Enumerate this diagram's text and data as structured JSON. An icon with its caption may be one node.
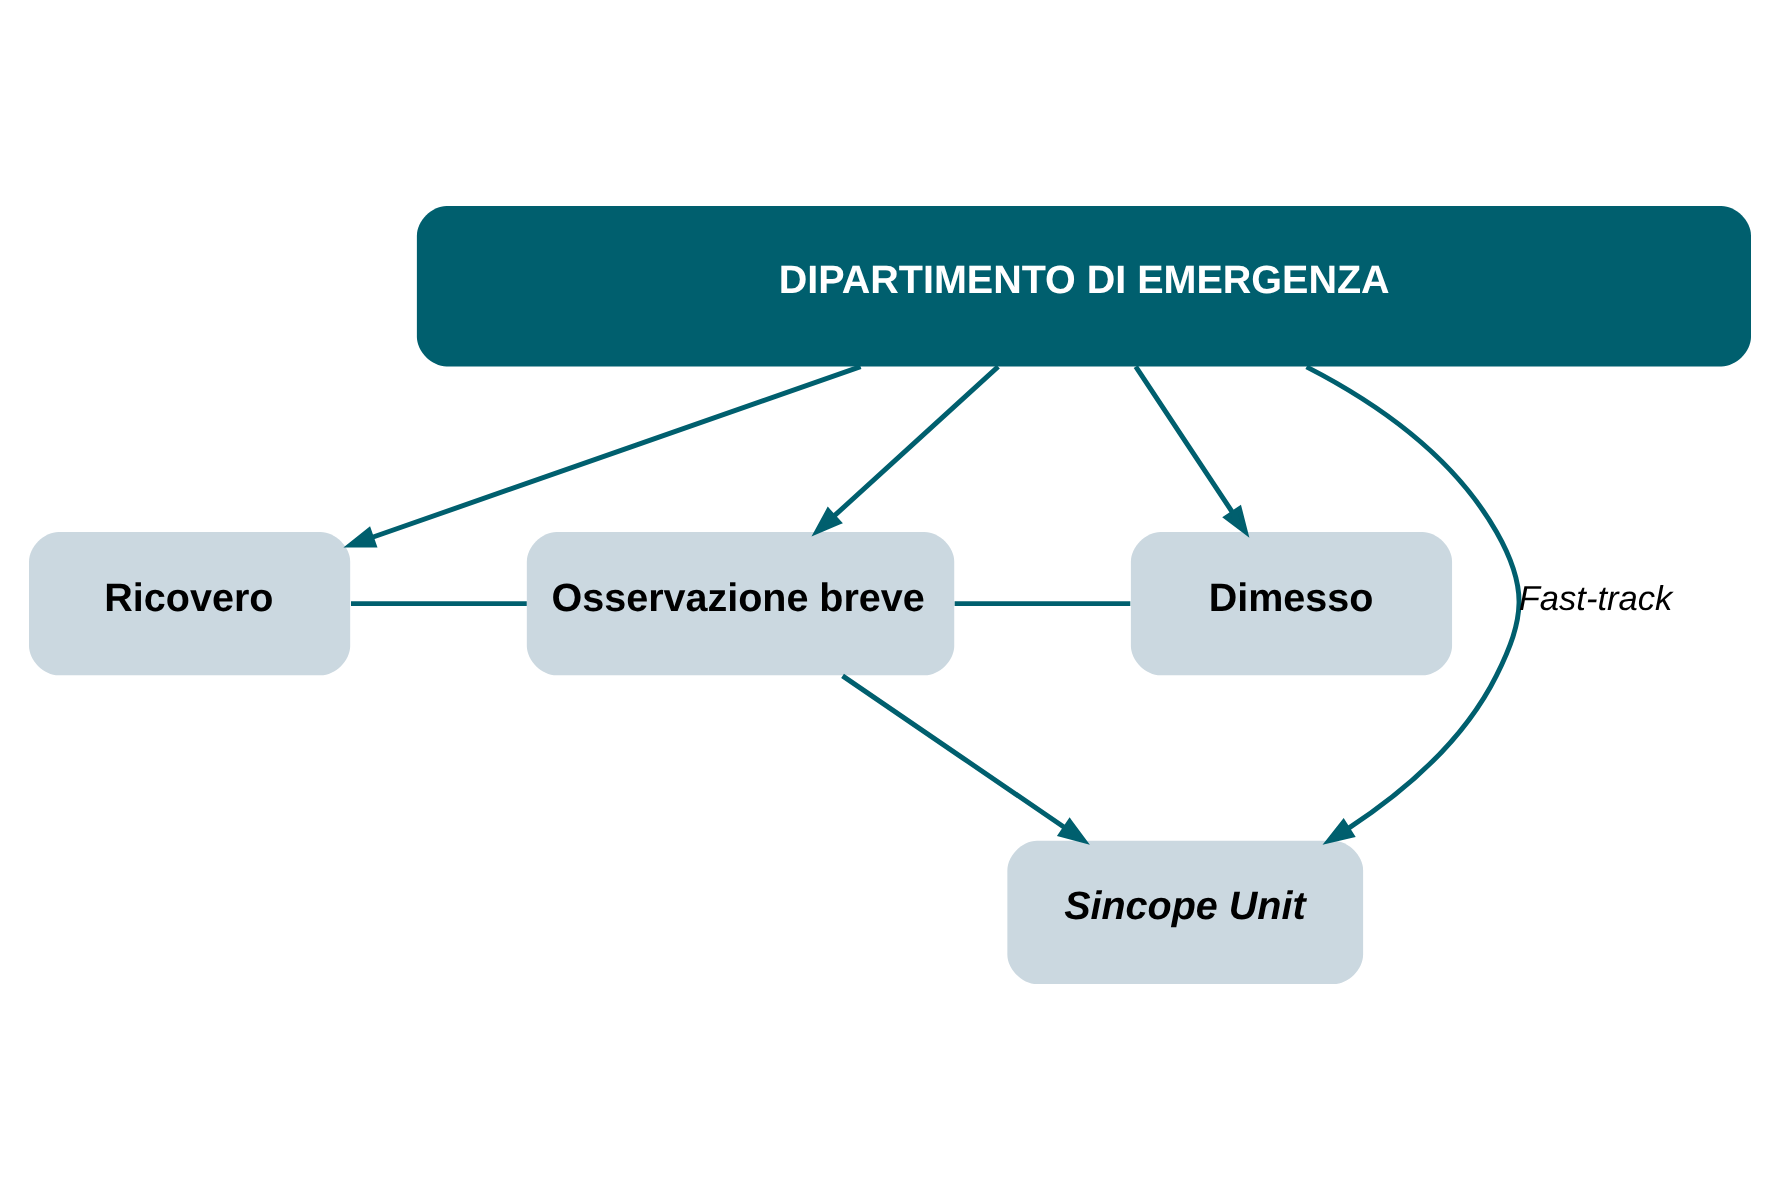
{
  "diagram": {
    "nodes": [
      {
        "text": [
          "DIPARTIMENTO DI EMERGENZA"
        ]
      },
      {
        "text": [
          "Ricovero"
        ]
      },
      {
        "text": [
          "Osservazione breve"
        ]
      },
      {
        "text": [
          "Dimesso"
        ]
      },
      {
        "text": [
          "Sincope Unit"
        ]
      }
    ],
    "edges": [
      {
        "from": 0,
        "to": 1,
        "arrow": "to"
      },
      {
        "from": 0,
        "to": 2,
        "arrow": "to"
      },
      {
        "from": 0,
        "to": 4,
        "arrow": "to",
        "label": "Fast-track"
      },
      {
        "from": 0,
        "to": 3,
        "arrow": "to"
      },
      {
        "from": 1,
        "to": 2,
        "arrow": "none"
      },
      {
        "from": 2,
        "to": 3,
        "arrow": "none"
      },
      {
        "from": 2,
        "to": 4,
        "arrow": "to"
      }
    ]
  }
}
